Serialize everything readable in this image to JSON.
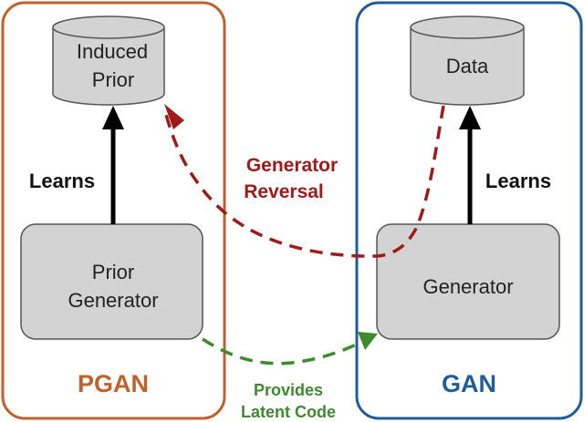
{
  "colors": {
    "pgan_orange": "#c0602a",
    "gan_blue": "#1f5c99",
    "box_fill": "#d3d3d3",
    "box_stroke": "#555555",
    "reversal_red": "#a01a1a",
    "latent_green": "#3f8a2e",
    "arrow_black": "#000000"
  },
  "pgan": {
    "title": "PGAN",
    "prior_store_line1": "Induced",
    "prior_store_line2": "Prior",
    "generator_line1": "Prior",
    "generator_line2": "Generator",
    "learns_label": "Learns"
  },
  "gan": {
    "title": "GAN",
    "data_store_label": "Data",
    "generator_label": "Generator",
    "learns_label": "Learns"
  },
  "connections": {
    "reversal_line1": "Generator",
    "reversal_line2": "Reversal",
    "latent_line1": "Provides",
    "latent_line2": "Latent Code"
  }
}
